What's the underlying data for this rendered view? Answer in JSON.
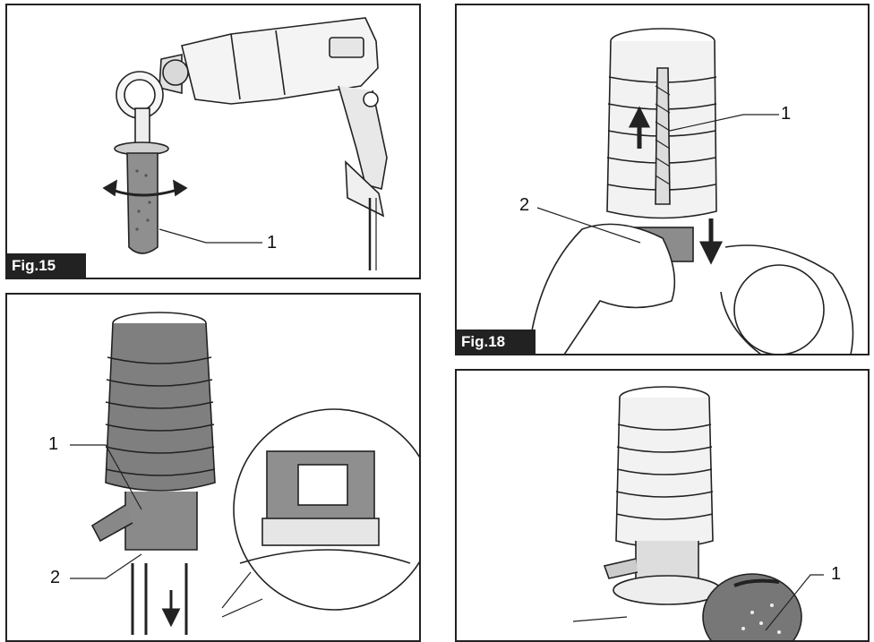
{
  "fig15": {
    "label": "Fig.15",
    "callouts": [
      "1"
    ]
  },
  "fig18": {
    "label": "Fig.18",
    "callouts": [
      "1",
      "2"
    ]
  },
  "fig16": {
    "callouts": [
      "1",
      "2"
    ]
  },
  "fig19": {
    "callouts": [
      "1"
    ]
  }
}
